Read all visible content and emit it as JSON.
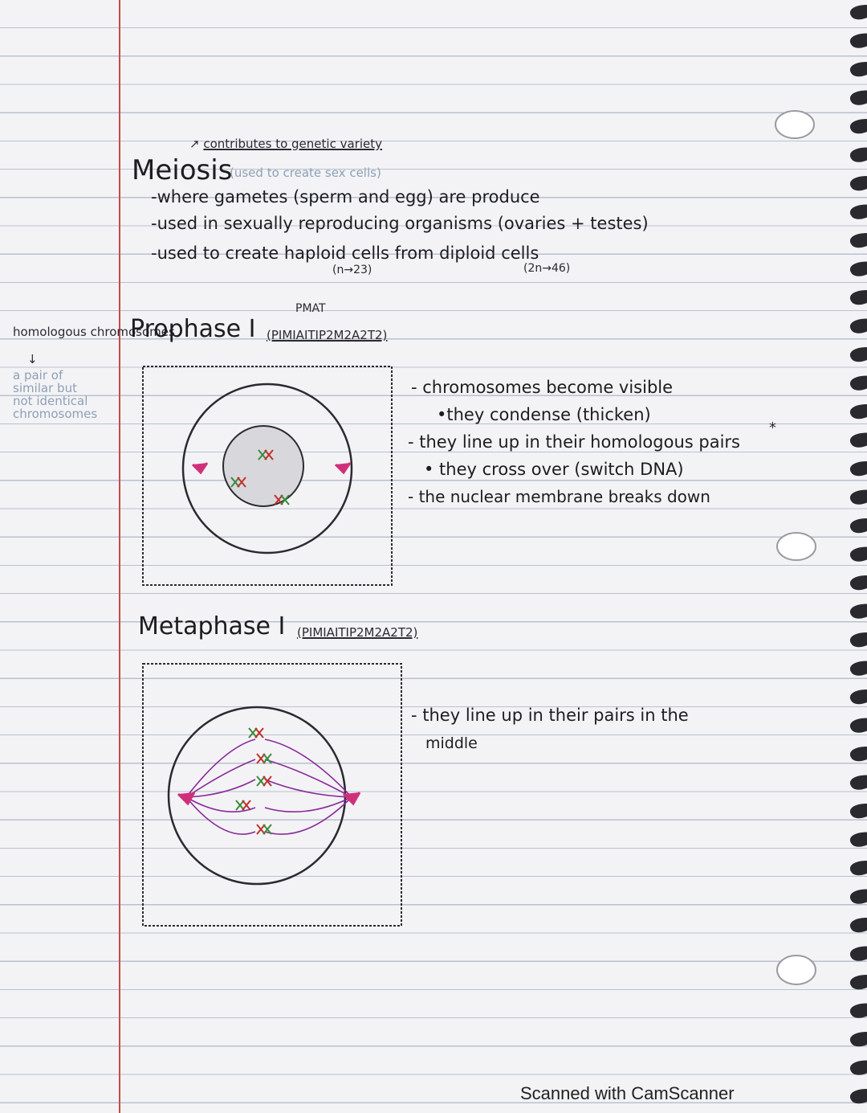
{
  "header_note": "contributes to genetic variety",
  "meiosis": {
    "title": "Meiosis",
    "subtitle": "(used to create sex cells)",
    "bullets": [
      "-where gametes (sperm and egg) are produce",
      "-used in sexually reproducing organisms (ovaries + testes)",
      "-used to create haploid cells from diploid cells"
    ],
    "haploid_note": "(n→23)",
    "diploid_note": "(2n→46)"
  },
  "pmat": "PMAT",
  "sidebar": {
    "term": "homologous chromosomes",
    "arrow": "↓",
    "definition": [
      "a pair of",
      "similar but",
      "not identical",
      "chromosomes"
    ]
  },
  "prophase": {
    "title": "Prophase I",
    "code": "(PIMIAITIP2M2A2T2)",
    "notes": [
      "- chromosomes become visible",
      "•they condense (thicken)",
      "- they line up in their homologous pairs",
      "• they cross over (switch DNA)",
      "- the nuclear membrane breaks down"
    ],
    "asterisk": "*"
  },
  "metaphase": {
    "title": "Metaphase I",
    "code": "(PIMIAITIP2M2A2T2)",
    "notes": [
      "- they line up in their pairs in the",
      "middle"
    ]
  },
  "footer": "Scanned with CamScanner",
  "colors": {
    "margin": "#c44a4a",
    "rule": "#b9c1cf",
    "pink": "#d0307a",
    "purple": "#8a2a9a",
    "green": "#3a8a3a",
    "red": "#c0302a"
  }
}
